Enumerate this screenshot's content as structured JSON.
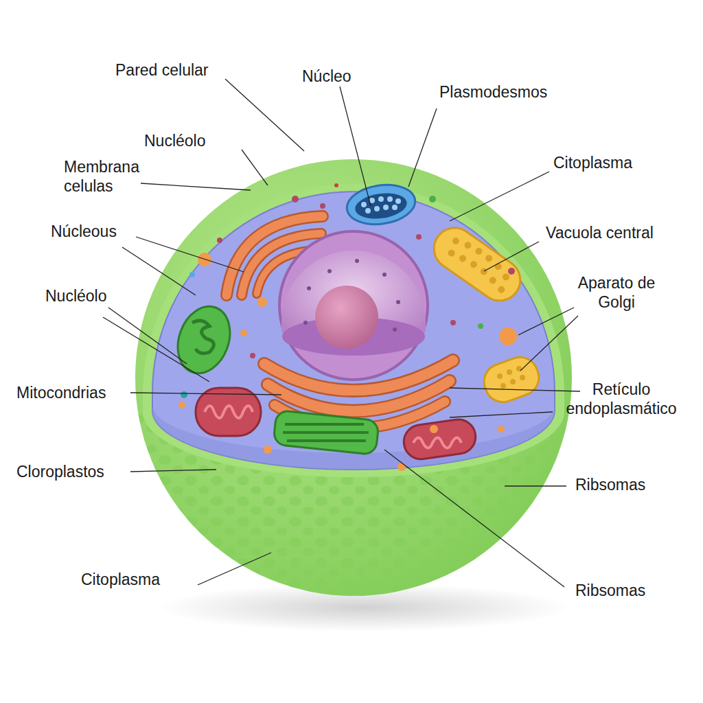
{
  "diagram": {
    "labels": [
      "Pared celular",
      "Núcleo",
      "Plasmodesmos",
      "Nucléolo",
      "Citoplasma",
      "Membrana celulas",
      "Núcleous",
      "Vacuola central",
      "Aparato de Golgi",
      "Nucléolo",
      "Mitocondrias",
      "Retículo endoplasmático",
      "Cloroplastos",
      "Ribsomas",
      "Citoplasma",
      "Ribsomas"
    ]
  }
}
